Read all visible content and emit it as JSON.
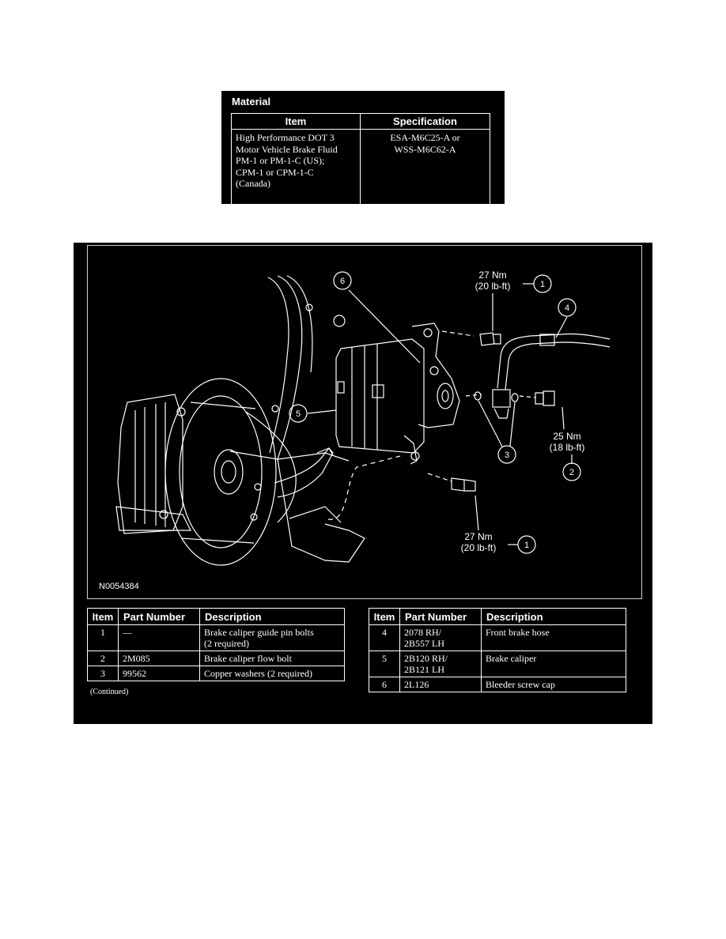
{
  "material": {
    "title": "Material",
    "headers": {
      "item": "Item",
      "specification": "Specification"
    },
    "row": {
      "item_lines": [
        "High Performance DOT 3",
        "Motor Vehicle Brake Fluid",
        "PM-1 or PM-1-C (US);",
        "CPM-1 or CPM-1-C",
        "(Canada)"
      ],
      "spec_lines": [
        "ESA-M6C25-A or",
        "WSS-M6C62-A"
      ]
    }
  },
  "figure": {
    "id": "N0054384",
    "callouts": {
      "c1_top": {
        "num": "1",
        "torque_nm": "27 Nm",
        "torque_lbft": "(20 lb-ft)"
      },
      "c1_bottom": {
        "num": "1",
        "torque_nm": "27 Nm",
        "torque_lbft": "(20 lb-ft)"
      },
      "c2": {
        "num": "2",
        "torque_nm": "25 Nm",
        "torque_lbft": "(18 lb-ft)"
      },
      "c3": {
        "num": "3"
      },
      "c4": {
        "num": "4"
      },
      "c5": {
        "num": "5"
      },
      "c6": {
        "num": "6"
      }
    }
  },
  "parts": {
    "headers": {
      "item": "Item",
      "part_number": "Part Number",
      "description": "Description"
    },
    "left": [
      {
        "item": "1",
        "part_lines": [
          "—"
        ],
        "desc_lines": [
          "Brake caliper guide pin bolts",
          "(2 required)"
        ]
      },
      {
        "item": "2",
        "part_lines": [
          "2M085"
        ],
        "desc_lines": [
          "Brake caliper flow bolt"
        ]
      },
      {
        "item": "3",
        "part_lines": [
          "99562"
        ],
        "desc_lines": [
          "Copper washers (2 required)"
        ]
      }
    ],
    "right": [
      {
        "item": "4",
        "part_lines": [
          "2078 RH/",
          "2B557 LH"
        ],
        "desc_lines": [
          "Front brake hose"
        ]
      },
      {
        "item": "5",
        "part_lines": [
          "2B120 RH/",
          "2B121 LH"
        ],
        "desc_lines": [
          "Brake caliper"
        ]
      },
      {
        "item": "6",
        "part_lines": [
          "2L126"
        ],
        "desc_lines": [
          "Bleeder screw cap"
        ]
      }
    ],
    "continued_note": "(Continued)"
  }
}
